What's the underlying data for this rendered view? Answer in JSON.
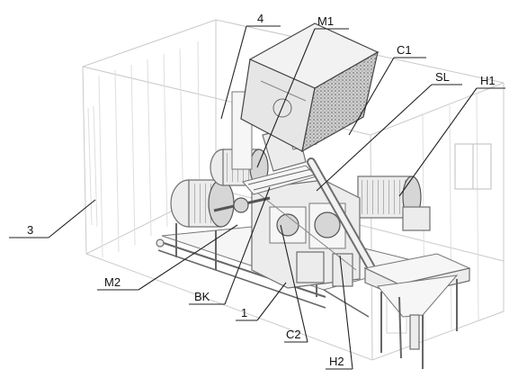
{
  "labels": {
    "l4": "4",
    "m1": "M1",
    "c1": "C1",
    "sl": "SL",
    "h1": "H1",
    "l3": "3",
    "m2": "M2",
    "bk": "BK",
    "l1": "1",
    "c2": "C2",
    "h2": "H2"
  },
  "colors": {
    "container": "#c9c9c9",
    "machine": "#6f6f6f",
    "screen": "#bdbdbd",
    "label": "#111111"
  }
}
